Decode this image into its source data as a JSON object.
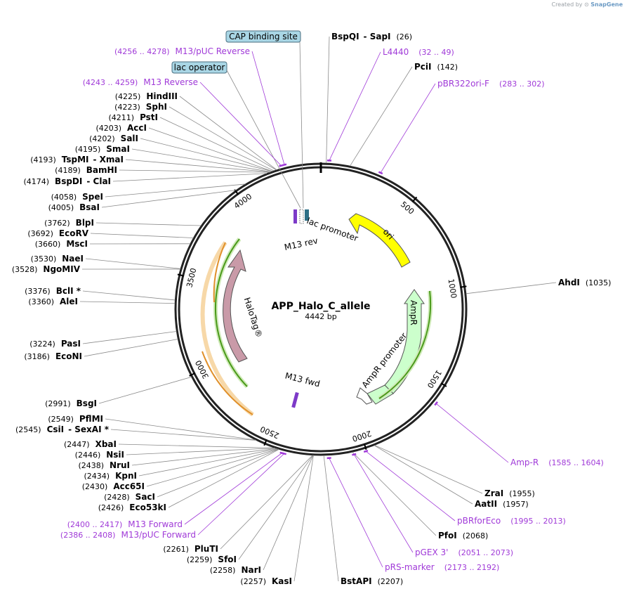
{
  "credit": {
    "prefix": "Created by",
    "brand": "SnapGene"
  },
  "plasmid": {
    "name": "APP_Halo_C_allele",
    "length": "4442 bp"
  },
  "ring_ticks": [
    "500",
    "1000",
    "1500",
    "2000",
    "2500",
    "3000",
    "3500",
    "4000"
  ],
  "boxed_features": [
    {
      "label": "CAP binding site"
    },
    {
      "label": "lac operator"
    }
  ],
  "sites": [
    {
      "name": "BspQI",
      "alt": "- SapI",
      "pos": "(26)"
    },
    {
      "name": "PciI",
      "pos": "(142)"
    },
    {
      "name": "AhdI",
      "pos": "(1035)"
    },
    {
      "name": "ZraI",
      "pos": "(1955)"
    },
    {
      "name": "AatII",
      "pos": "(1957)"
    },
    {
      "name": "PfoI",
      "pos": "(2068)"
    },
    {
      "name": "BstAPI",
      "pos": "(2207)"
    },
    {
      "name": "KasI",
      "pos": "(2257)"
    },
    {
      "name": "NarI",
      "pos": "(2258)"
    },
    {
      "name": "SfoI",
      "pos": "(2259)"
    },
    {
      "name": "PluTI",
      "pos": "(2261)"
    },
    {
      "name": "Eco53kI",
      "pos": "(2426)"
    },
    {
      "name": "SacI",
      "pos": "(2428)"
    },
    {
      "name": "Acc65I",
      "pos": "(2430)"
    },
    {
      "name": "KpnI",
      "pos": "(2434)"
    },
    {
      "name": "NruI",
      "pos": "(2438)"
    },
    {
      "name": "NsiI",
      "pos": "(2446)"
    },
    {
      "name": "XbaI",
      "pos": "(2447)"
    },
    {
      "name": "CsiI",
      "alt": "- SexAI *",
      "pos": "(2545)"
    },
    {
      "name": "PflMI",
      "pos": "(2549)"
    },
    {
      "name": "BsgI",
      "pos": "(2991)"
    },
    {
      "name": "EcoNI",
      "pos": "(3186)"
    },
    {
      "name": "PasI",
      "pos": "(3224)"
    },
    {
      "name": "AleI",
      "pos": "(3360)"
    },
    {
      "name": "BclI *",
      "pos": "(3376)"
    },
    {
      "name": "NgoMIV",
      "pos": "(3528)"
    },
    {
      "name": "NaeI",
      "pos": "(3530)"
    },
    {
      "name": "MscI",
      "pos": "(3660)"
    },
    {
      "name": "EcoRV",
      "pos": "(3692)"
    },
    {
      "name": "BlpI",
      "pos": "(3762)"
    },
    {
      "name": "BsaI",
      "pos": "(4005)"
    },
    {
      "name": "SpeI",
      "pos": "(4058)"
    },
    {
      "name": "BspDI",
      "alt": "- ClaI",
      "pos": "(4174)"
    },
    {
      "name": "BamHI",
      "pos": "(4189)"
    },
    {
      "name": "TspMI",
      "alt": "- XmaI",
      "pos": "(4193)"
    },
    {
      "name": "SmaI",
      "pos": "(4195)"
    },
    {
      "name": "SalI",
      "pos": "(4202)"
    },
    {
      "name": "AccI",
      "pos": "(4203)"
    },
    {
      "name": "PstI",
      "pos": "(4211)"
    },
    {
      "name": "SphI",
      "pos": "(4223)"
    },
    {
      "name": "HindIII",
      "pos": "(4225)"
    }
  ],
  "primers": [
    {
      "name": "L4440",
      "range": "(32 .. 49)"
    },
    {
      "name": "pBR322ori-F",
      "range": "(283 .. 302)"
    },
    {
      "name": "Amp-R",
      "range": "(1585 .. 1604)"
    },
    {
      "name": "pBRforEco",
      "range": "(1995 .. 2013)"
    },
    {
      "name": "pGEX 3'",
      "range": "(2051 .. 2073)"
    },
    {
      "name": "pRS-marker",
      "range": "(2173 .. 2192)"
    },
    {
      "name": "M13 Forward",
      "range": "(2400 .. 2417)"
    },
    {
      "name": "M13/pUC Forward",
      "range": "(2386 .. 2408)"
    },
    {
      "name": "M13 Reverse",
      "range": "(4243 .. 4259)"
    },
    {
      "name": "M13/pUC Reverse",
      "range": "(4256 .. 4278)"
    }
  ],
  "features": {
    "ori": "ori",
    "ampr": "AmpR",
    "ampr_promoter": "AmpR promoter",
    "halotag": "HaloTag®",
    "lac_promoter": "lac promoter",
    "m13_rev": "M13 rev",
    "m13_fwd": "M13 fwd"
  },
  "colors": {
    "ori": "#ffff00",
    "ampr": "#ccffcc",
    "halotag": "#c99aa8",
    "primer": "#a03ad8",
    "box": "#a9d6e5",
    "orange_arrow": "#f0a030",
    "green_arrow": "#4a9a1a"
  }
}
